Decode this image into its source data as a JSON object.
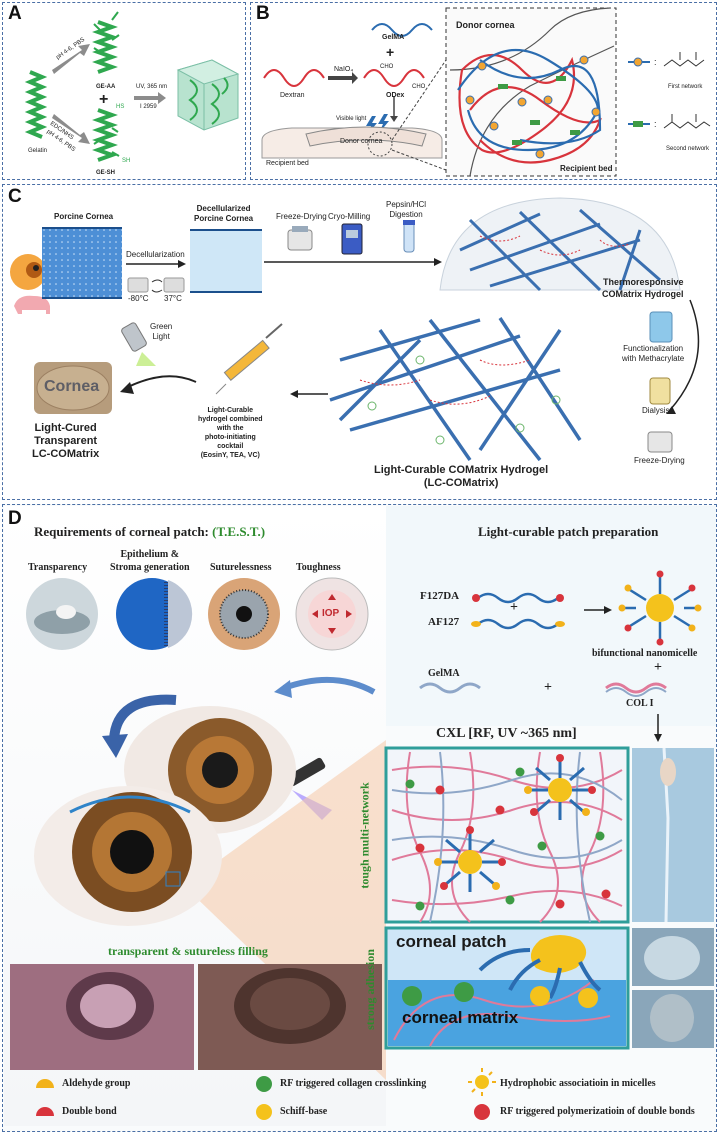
{
  "panel_a": {
    "label": "A",
    "gelatin": "Gelatin",
    "reagent_top": "pH 4-6, PBS",
    "reagent_bottom_1": "EDC/NHS",
    "reagent_bottom_2": "pH 4-6, PBS",
    "ge_aa": "GE-AA",
    "ge_sh": "GE-SH",
    "sh": "SH",
    "hs": "HS",
    "uv": "UV, 365 nm",
    "initiator": "I 2959"
  },
  "panel_b": {
    "label": "B",
    "gelma": "GelMA",
    "dextran": "Dextran",
    "naio4": "NaIO₄",
    "odex": "ODex",
    "cho1": "CHO",
    "cho2": "CHO",
    "visible_light": "Visible light",
    "donor_cornea_small": "Donor cornea",
    "recipient_bed_small": "Recipient bed",
    "donor_cornea_zoom": "Donor cornea",
    "recipient_bed_zoom": "Recipient bed",
    "first_network": "First network",
    "second_network": "Second network"
  },
  "panel_c": {
    "label": "C",
    "porcine_cornea": "Porcine Cornea",
    "decellularized": "Decellularized\nPorcine Cornea",
    "decellularization": "Decellularization",
    "temp_cold": "-80°C",
    "temp_warm": "37°C",
    "freeze_drying": "Freeze-Drying",
    "cryo_milling": "Cryo-Milling",
    "pepsin": "Pepsin/HCl\nDigestion",
    "thermo_hydrogel": "Thermoresponsive\nCOMatrix Hydrogel",
    "functionalization": "Functionalization\nwith Methacrylate",
    "dialysis": "Dialysis",
    "freeze_drying_2": "Freeze-Drying",
    "green_light": "Green\nLight",
    "cornea_text": "Cornea",
    "light_cured": "Light-Cured\nTransparent\nLC-COMatrix",
    "cocktail": "Light-Curable\nhydrogel combined\nwith the\nphoto-initiating\ncocktail\n(EosinY, TEA, VC)",
    "lc_hydrogel": "Light-Curable COMatrix Hydrogel\n(LC-COMatrix)"
  },
  "panel_d": {
    "label": "D",
    "requirements_title": "Requirements of corneal patch: ",
    "test_acronym": "(T.E.S.T.)",
    "req_transparency": "Transparency",
    "req_epithelium": "Epithelium       &\nStroma generation",
    "req_sutureless": "Suturelessness",
    "req_toughness": "Toughness",
    "iop": "IOP",
    "patch_prep_title": "Light-curable patch preparation",
    "f127da": "F127DA",
    "af127": "AF127",
    "plus1": "+",
    "bifunctional": "bifunctional nanomicelle",
    "plus2": "+",
    "gelma": "GelMA",
    "plus3": "+",
    "col1": "COL I",
    "cxl": "CXL [RF, UV ~365 nm]",
    "tough_network": "tough multi-network",
    "strong_adhesion": "strong adhesion",
    "corneal_patch": "corneal patch",
    "corneal_matrix": "corneal matrix",
    "filling_title": "transparent & sutureless filling",
    "legend": [
      {
        "label": "Aldehyde group",
        "color": "#f2b21a",
        "shape": "half"
      },
      {
        "label": "RF triggered collagen crosslinking",
        "color": "#3e9b45",
        "shape": "ball"
      },
      {
        "label": "Hydrophobic associatioin in micelles",
        "color": "#f2b21a",
        "shape": "micelle"
      },
      {
        "label": "Double bond",
        "color": "#d8343c",
        "shape": "half"
      },
      {
        "label": "Schiff-base",
        "color": "#f4c21c",
        "shape": "ball"
      },
      {
        "label": "RF triggered polymerizatioin of double bonds",
        "color": "#d8343c",
        "shape": "ball"
      }
    ]
  },
  "colors": {
    "border": "#4a6fa5",
    "green": "#2fa84f",
    "dextran_red": "#d8343c",
    "gelma_blue": "#2b6cb0",
    "collagen_blue": "#3a6fb0",
    "teal_box": "#2f9e9a",
    "serif_green": "#2e8b2e"
  }
}
